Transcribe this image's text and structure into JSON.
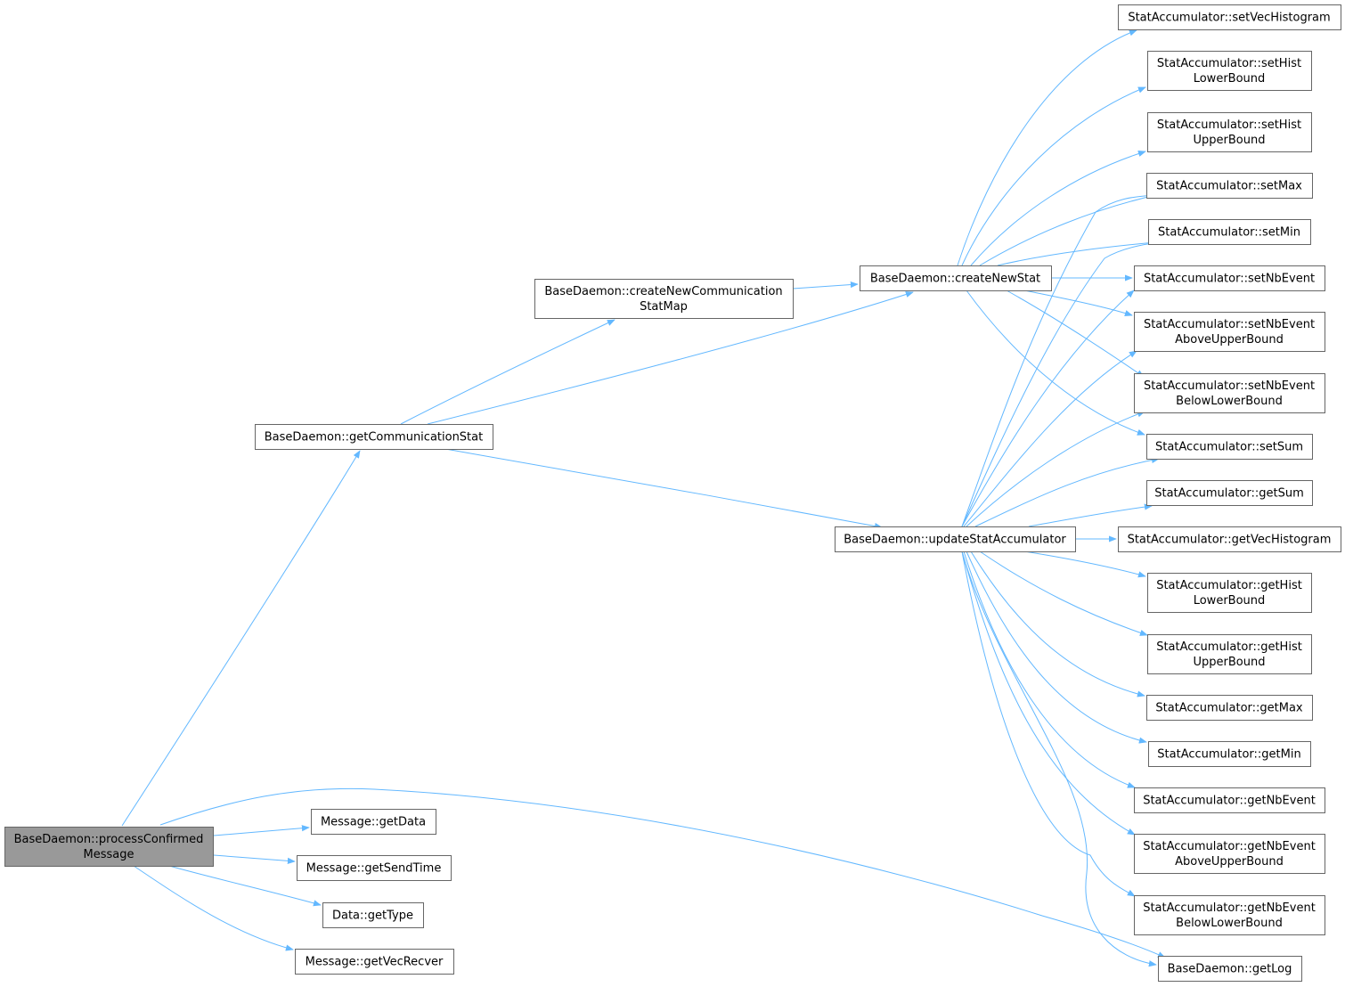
{
  "colors": {
    "edge": "#63b8ff",
    "node_border": "#666666",
    "node_fill": "#ffffff",
    "root_fill": "#999999"
  },
  "nodes": [
    {
      "id": "root",
      "lines": [
        "BaseDaemon::processConfirmed",
        "Message"
      ],
      "root": true
    },
    {
      "id": "getCommunicationStat",
      "lines": [
        "BaseDaemon::getCommunicationStat"
      ]
    },
    {
      "id": "createNewCommunicationStatMap",
      "lines": [
        "BaseDaemon::createNewCommunication",
        "StatMap"
      ]
    },
    {
      "id": "createNewStat",
      "lines": [
        "BaseDaemon::createNewStat"
      ]
    },
    {
      "id": "updateStatAccumulator",
      "lines": [
        "BaseDaemon::updateStatAccumulator"
      ]
    },
    {
      "id": "msgGetData",
      "lines": [
        "Message::getData"
      ]
    },
    {
      "id": "msgGetSendTime",
      "lines": [
        "Message::getSendTime"
      ]
    },
    {
      "id": "dataGetType",
      "lines": [
        "Data::getType"
      ]
    },
    {
      "id": "msgGetVecRecver",
      "lines": [
        "Message::getVecRecver"
      ]
    },
    {
      "id": "setVecHistogram",
      "lines": [
        "StatAccumulator::setVecHistogram"
      ]
    },
    {
      "id": "setHistLowerBound",
      "lines": [
        "StatAccumulator::setHist",
        "LowerBound"
      ]
    },
    {
      "id": "setHistUpperBound",
      "lines": [
        "StatAccumulator::setHist",
        "UpperBound"
      ]
    },
    {
      "id": "setMax",
      "lines": [
        "StatAccumulator::setMax"
      ]
    },
    {
      "id": "setMin",
      "lines": [
        "StatAccumulator::setMin"
      ]
    },
    {
      "id": "setNbEvent",
      "lines": [
        "StatAccumulator::setNbEvent"
      ]
    },
    {
      "id": "setNbEventAbove",
      "lines": [
        "StatAccumulator::setNbEvent",
        "AboveUpperBound"
      ]
    },
    {
      "id": "setNbEventBelow",
      "lines": [
        "StatAccumulator::setNbEvent",
        "BelowLowerBound"
      ]
    },
    {
      "id": "setSum",
      "lines": [
        "StatAccumulator::setSum"
      ]
    },
    {
      "id": "getSum",
      "lines": [
        "StatAccumulator::getSum"
      ]
    },
    {
      "id": "getVecHistogram",
      "lines": [
        "StatAccumulator::getVecHistogram"
      ]
    },
    {
      "id": "getHistLowerBound",
      "lines": [
        "StatAccumulator::getHist",
        "LowerBound"
      ]
    },
    {
      "id": "getHistUpperBound",
      "lines": [
        "StatAccumulator::getHist",
        "UpperBound"
      ]
    },
    {
      "id": "getMax",
      "lines": [
        "StatAccumulator::getMax"
      ]
    },
    {
      "id": "getMin",
      "lines": [
        "StatAccumulator::getMin"
      ]
    },
    {
      "id": "getNbEvent",
      "lines": [
        "StatAccumulator::getNbEvent"
      ]
    },
    {
      "id": "getNbEventAbove",
      "lines": [
        "StatAccumulator::getNbEvent",
        "AboveUpperBound"
      ]
    },
    {
      "id": "getNbEventBelow",
      "lines": [
        "StatAccumulator::getNbEvent",
        "BelowLowerBound"
      ]
    },
    {
      "id": "getLog",
      "lines": [
        "BaseDaemon::getLog"
      ]
    }
  ],
  "edges": [
    {
      "from": "root",
      "to": "getCommunicationStat"
    },
    {
      "from": "root",
      "to": "getLog"
    },
    {
      "from": "root",
      "to": "msgGetData"
    },
    {
      "from": "root",
      "to": "msgGetSendTime"
    },
    {
      "from": "root",
      "to": "dataGetType"
    },
    {
      "from": "root",
      "to": "msgGetVecRecver"
    },
    {
      "from": "getCommunicationStat",
      "to": "createNewCommunicationStatMap"
    },
    {
      "from": "getCommunicationStat",
      "to": "createNewStat"
    },
    {
      "from": "getCommunicationStat",
      "to": "updateStatAccumulator"
    },
    {
      "from": "createNewCommunicationStatMap",
      "to": "createNewStat"
    },
    {
      "from": "createNewStat",
      "to": "setVecHistogram"
    },
    {
      "from": "createNewStat",
      "to": "setHistLowerBound"
    },
    {
      "from": "createNewStat",
      "to": "setHistUpperBound"
    },
    {
      "from": "createNewStat",
      "to": "setMax"
    },
    {
      "from": "createNewStat",
      "to": "setMin"
    },
    {
      "from": "createNewStat",
      "to": "setNbEvent"
    },
    {
      "from": "createNewStat",
      "to": "setNbEventAbove"
    },
    {
      "from": "createNewStat",
      "to": "setNbEventBelow"
    },
    {
      "from": "createNewStat",
      "to": "setSum"
    },
    {
      "from": "updateStatAccumulator",
      "to": "setMax"
    },
    {
      "from": "updateStatAccumulator",
      "to": "setMin"
    },
    {
      "from": "updateStatAccumulator",
      "to": "setNbEvent"
    },
    {
      "from": "updateStatAccumulator",
      "to": "setNbEventAbove"
    },
    {
      "from": "updateStatAccumulator",
      "to": "setNbEventBelow"
    },
    {
      "from": "updateStatAccumulator",
      "to": "setSum"
    },
    {
      "from": "updateStatAccumulator",
      "to": "getSum"
    },
    {
      "from": "updateStatAccumulator",
      "to": "getVecHistogram"
    },
    {
      "from": "updateStatAccumulator",
      "to": "getHistLowerBound"
    },
    {
      "from": "updateStatAccumulator",
      "to": "getHistUpperBound"
    },
    {
      "from": "updateStatAccumulator",
      "to": "getMax"
    },
    {
      "from": "updateStatAccumulator",
      "to": "getMin"
    },
    {
      "from": "updateStatAccumulator",
      "to": "getNbEvent"
    },
    {
      "from": "updateStatAccumulator",
      "to": "getNbEventAbove"
    },
    {
      "from": "updateStatAccumulator",
      "to": "getNbEventBelow"
    },
    {
      "from": "updateStatAccumulator",
      "to": "getLog"
    }
  ]
}
